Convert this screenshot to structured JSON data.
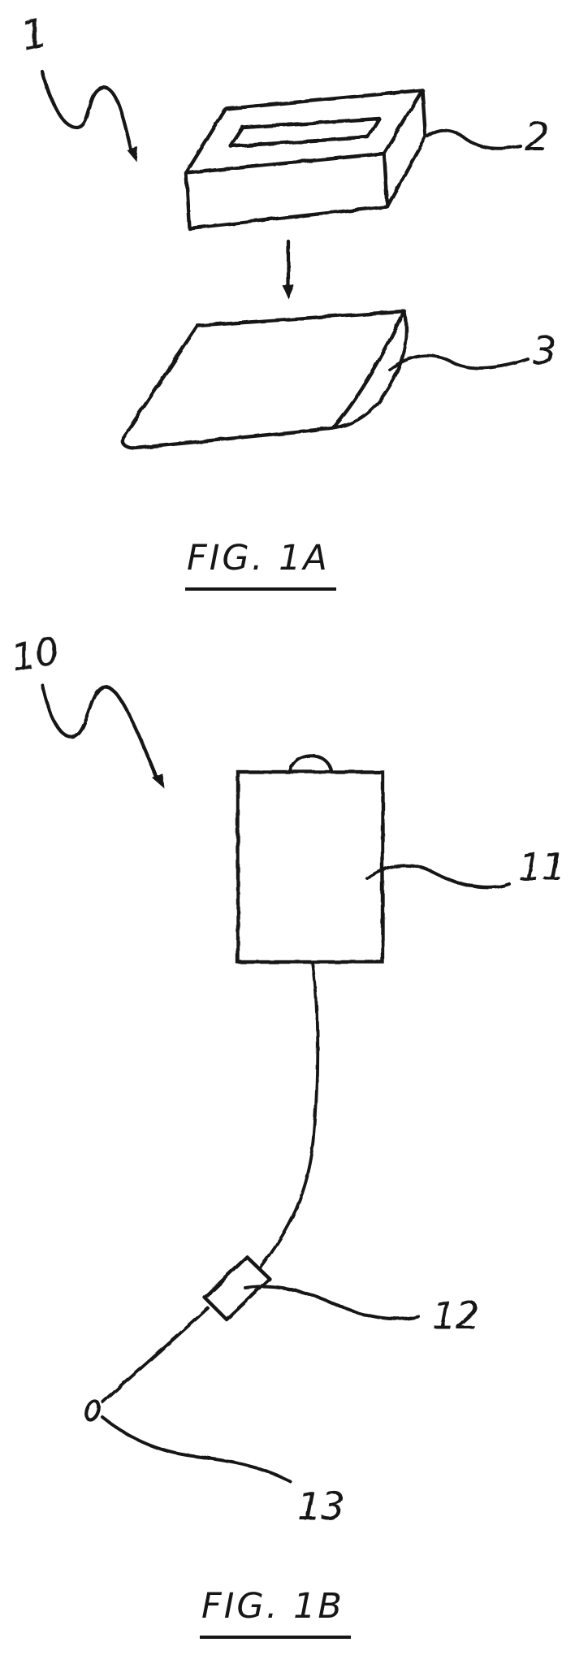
{
  "page": {
    "ink_color": "#161616",
    "background_color": "#ffffff"
  },
  "figure_1a": {
    "caption": "FIG. 1A",
    "labels": {
      "l1": "1",
      "l2": "2",
      "l3": "3"
    }
  },
  "figure_1b": {
    "caption": "FIG. 1B",
    "labels": {
      "l10": "10",
      "l11": "11",
      "l12": "12",
      "l13": "13"
    }
  }
}
